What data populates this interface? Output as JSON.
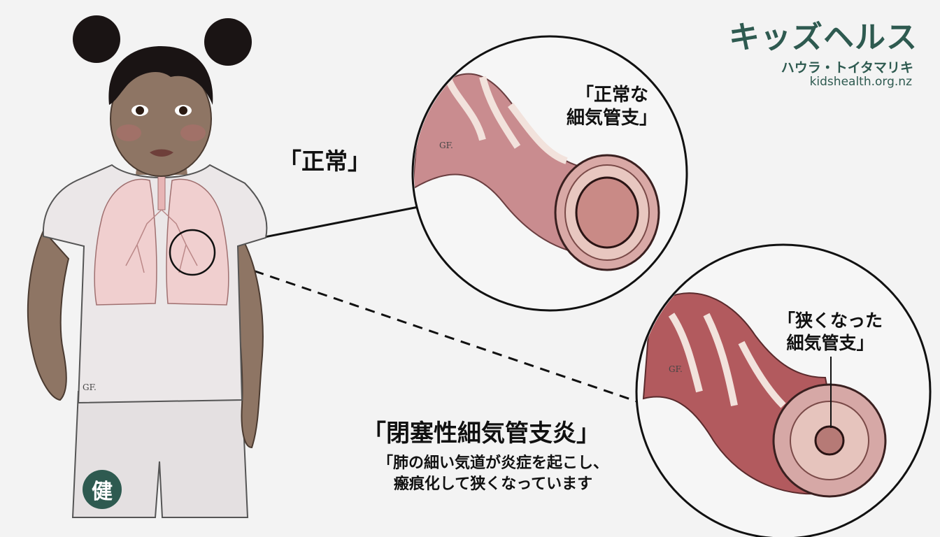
{
  "brand": {
    "title": "キッズヘルス",
    "subtitle": "ハウラ・トイタマリキ",
    "url": "kidshealth.org.nz"
  },
  "labels": {
    "normal": "「正常」",
    "normal_bronchiole_line1": "「正常な",
    "normal_bronchiole_line2": "細気管支」",
    "narrowed_bronchiole_line1": "「狭くなった",
    "narrowed_bronchiole_line2": "細気管支」",
    "disease_name": "「閉塞性細気管支炎」",
    "description_line1": "「肺の細い気道が炎症を起こし、",
    "description_line2": "瘢痕化して狭くなっています"
  },
  "badge": {
    "text": "健"
  },
  "artist_signature": "GF.",
  "colors": {
    "brand": "#2e5a50",
    "airway_pink": "#c98c8f",
    "inflamed_red": "#b25a5e",
    "lung_pink": "#f0cfcf",
    "shirt": "#ebe7e8",
    "skin": "#8e7564",
    "hair": "#1a1414"
  }
}
